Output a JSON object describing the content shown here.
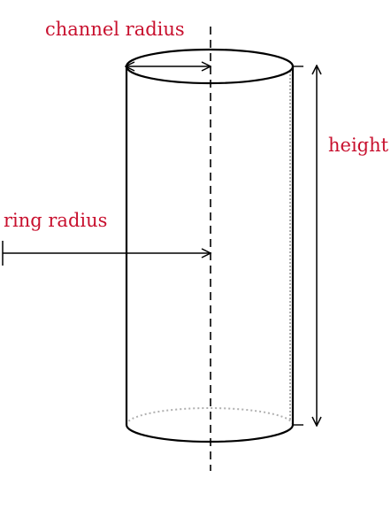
{
  "labels": {
    "channel_radius": "channel radius",
    "ring_radius": "ring radius",
    "height": "height"
  },
  "colors": {
    "label": "#c8102e",
    "stroke": "#000000",
    "hidden_edge": "#b0b0b0"
  }
}
